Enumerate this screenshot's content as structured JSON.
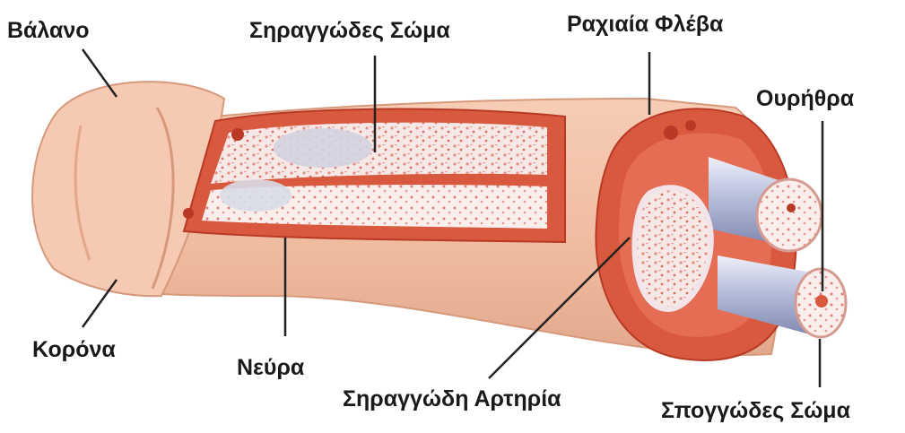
{
  "labels": {
    "glans": "Βάλανο",
    "corpus_cavernosum": "Σηραγγώδες Σώμα",
    "dorsal_vein": "Ραχιαία Φλέβα",
    "urethra": "Ουρήθρα",
    "corona": "Κορόνα",
    "nerves": "Νεύρα",
    "cavernosal_artery": "Σηραγγώδη Αρτηρία",
    "corpus_spongiosum": "Σπογγώδες Σώμα"
  },
  "colors": {
    "skin": "#f2c3aa",
    "skin_shadow": "#e2a88c",
    "tissue_red": "#d9593e",
    "tissue_dark": "#b83a25",
    "spongy_white": "#f6e8e6",
    "spongy_pink": "#e99a90",
    "vessel_blue": "#9fa7c8",
    "vessel_light": "#dfe3f2",
    "leader": "#222222"
  }
}
